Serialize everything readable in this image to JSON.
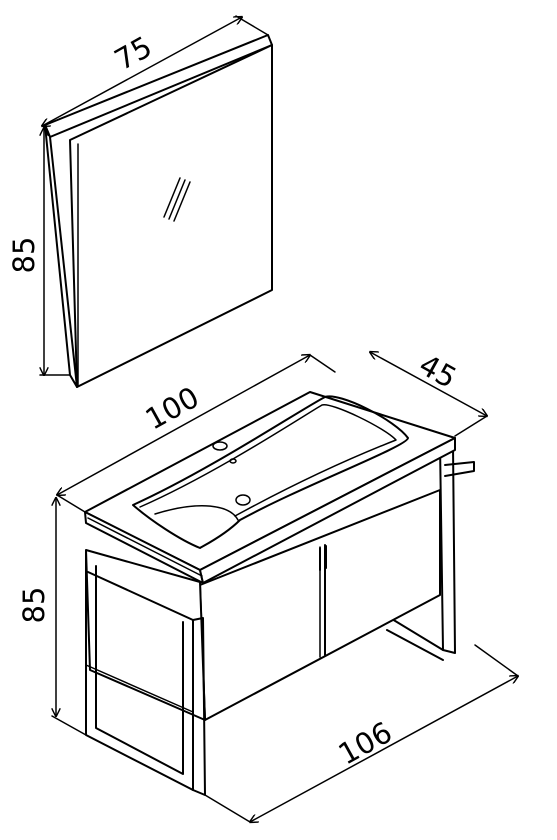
{
  "dimensions": {
    "mirror_width": "75",
    "mirror_height": "85",
    "vanity_width": "100",
    "vanity_depth": "45",
    "vanity_height": "85",
    "overall_width": "106"
  }
}
